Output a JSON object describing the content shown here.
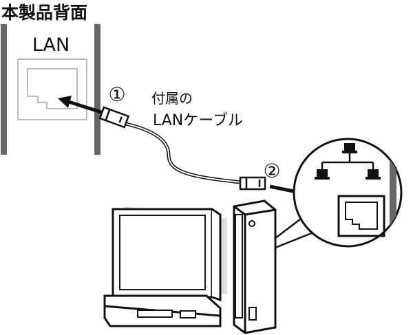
{
  "device_back_label": "本製品背面",
  "port_label": "LAN",
  "cable_label_line1": "付属の",
  "cable_label_line2": "LANケーブル",
  "step1_marker": "①",
  "step2_marker": "②",
  "icons": {
    "device_port": "rj45-port-icon",
    "network": "network-hub-icon",
    "pc_port": "rj45-port-icon",
    "monitor": "monitor-icon",
    "keyboard": "keyboard-icon",
    "tower": "pc-tower-icon"
  },
  "colors": {
    "line": "#111111",
    "panel_edge": "#555555",
    "port_outline": "#bbbbbb"
  }
}
